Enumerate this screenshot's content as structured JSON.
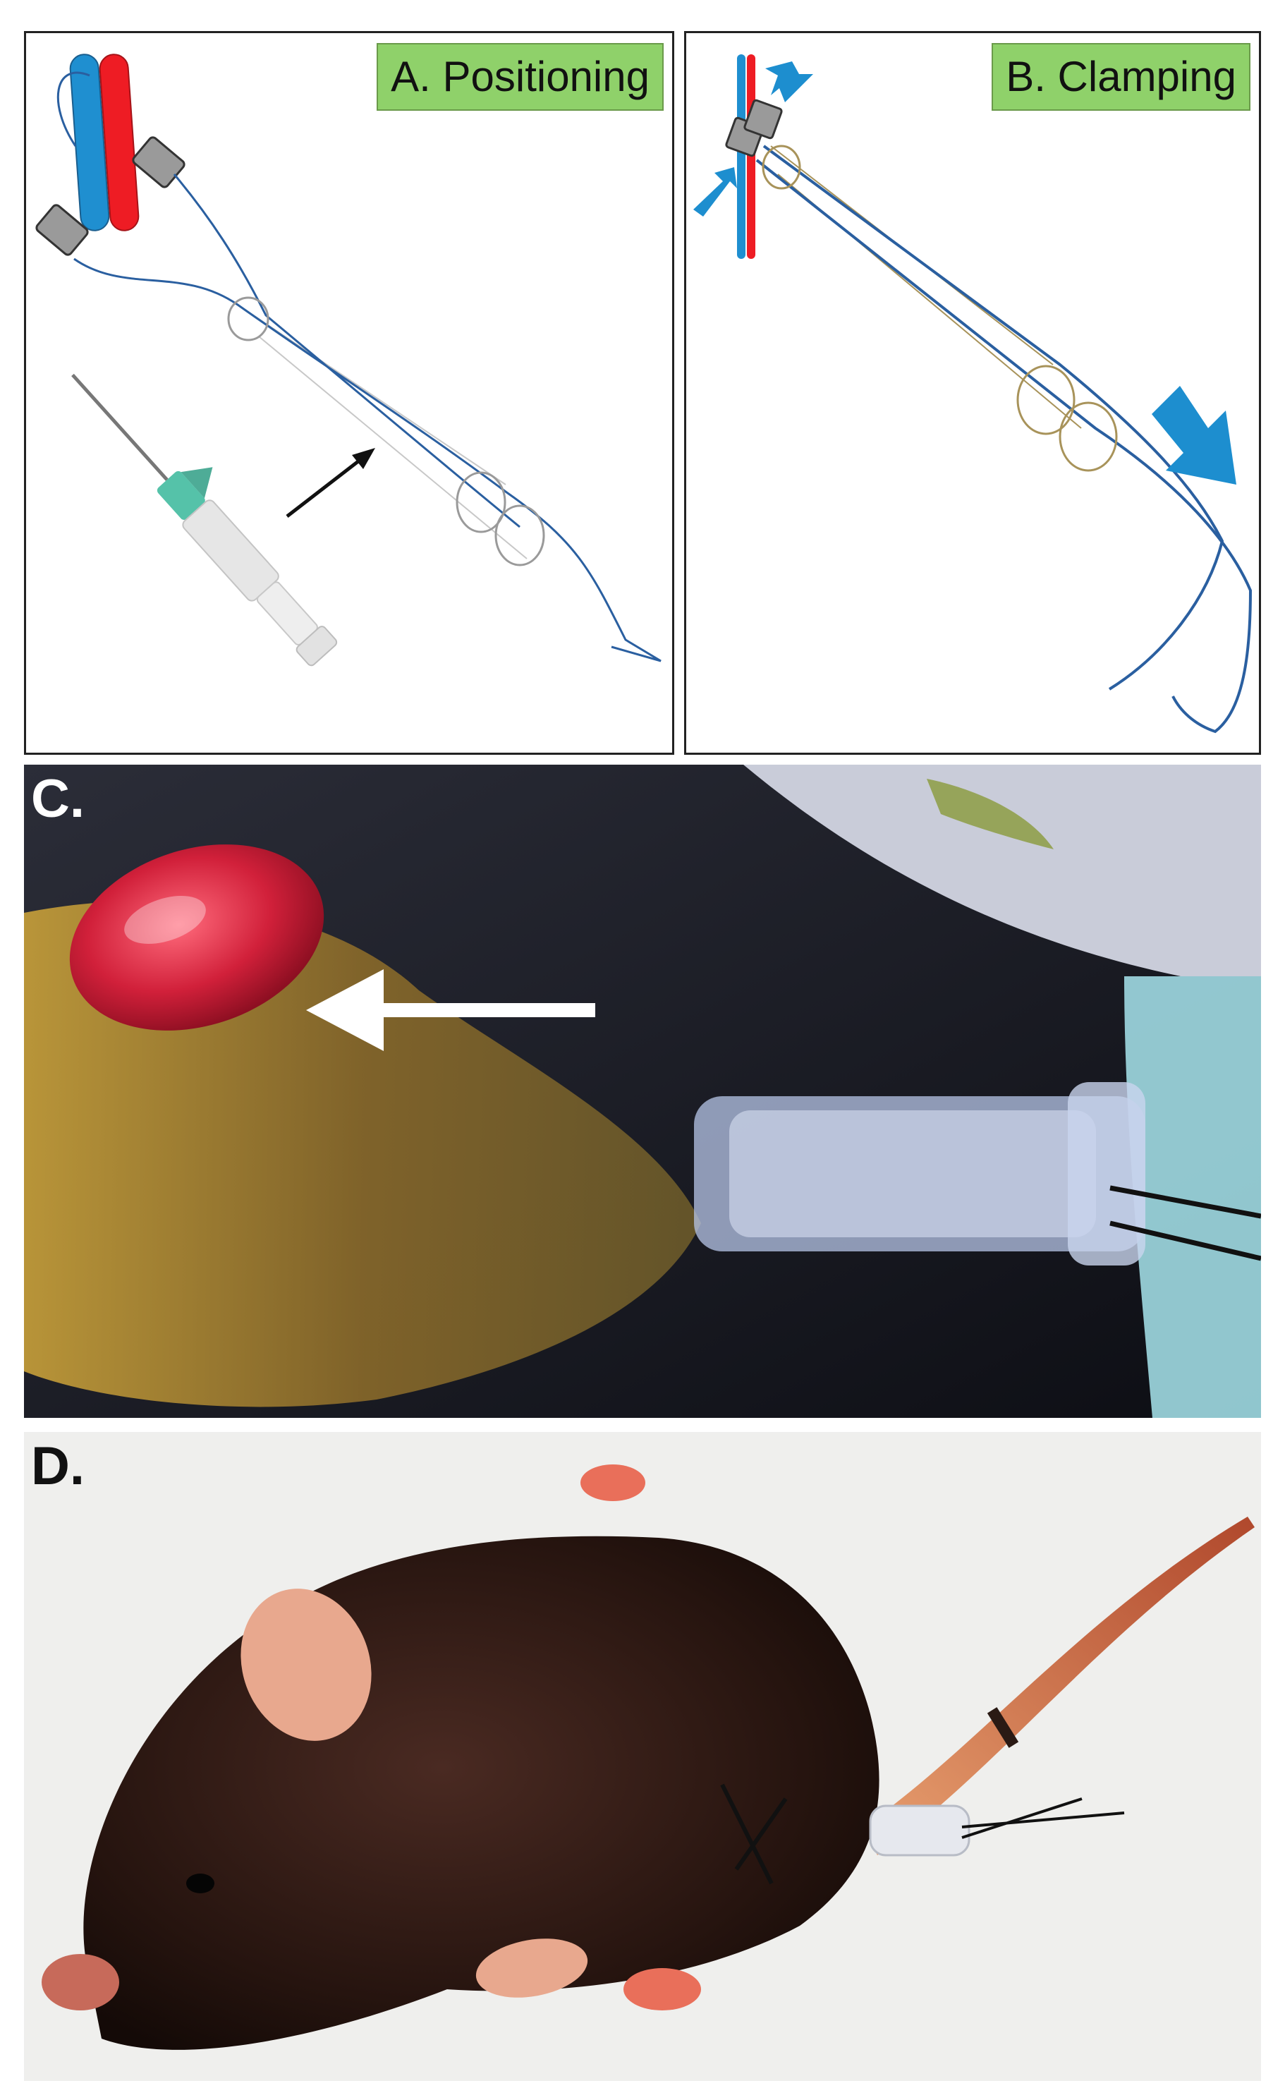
{
  "panels": {
    "a": {
      "title": "A. Positioning"
    },
    "b": {
      "title": "B. Clamping"
    },
    "c": {
      "label": "C."
    },
    "d": {
      "label": "D."
    }
  },
  "colors": {
    "artery_red": "#ee1c24",
    "vein_blue": "#1f8fd0",
    "catheter_blue": "#2a5fa0",
    "tube_gold": "#a8935a",
    "arrow_blue": "#1d8ecf",
    "title_green": "#8fd16a",
    "cannula_green": "#37b79a"
  },
  "icons": {
    "a": [
      "vessel-pair-icon",
      "clip-icon",
      "iv-cannula-icon",
      "insertion-arrow-icon"
    ],
    "b": [
      "clamp-arrow-icon",
      "pull-arrow-icon"
    ],
    "c": [
      "direction-arrow-icon"
    ]
  }
}
